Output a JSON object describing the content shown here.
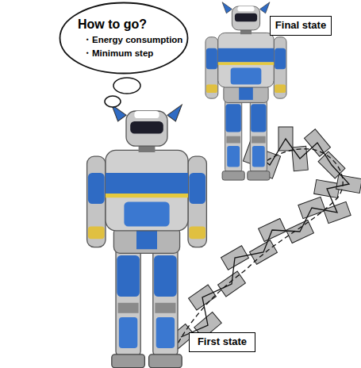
{
  "diagram": {
    "nodes": [
      {
        "text": [
          "How to go?",
          "・Energy consumption",
          "・Minimum step"
        ]
      },
      {
        "text": [
          "Final state"
        ]
      },
      {
        "text": [
          "First state"
        ]
      }
    ]
  }
}
